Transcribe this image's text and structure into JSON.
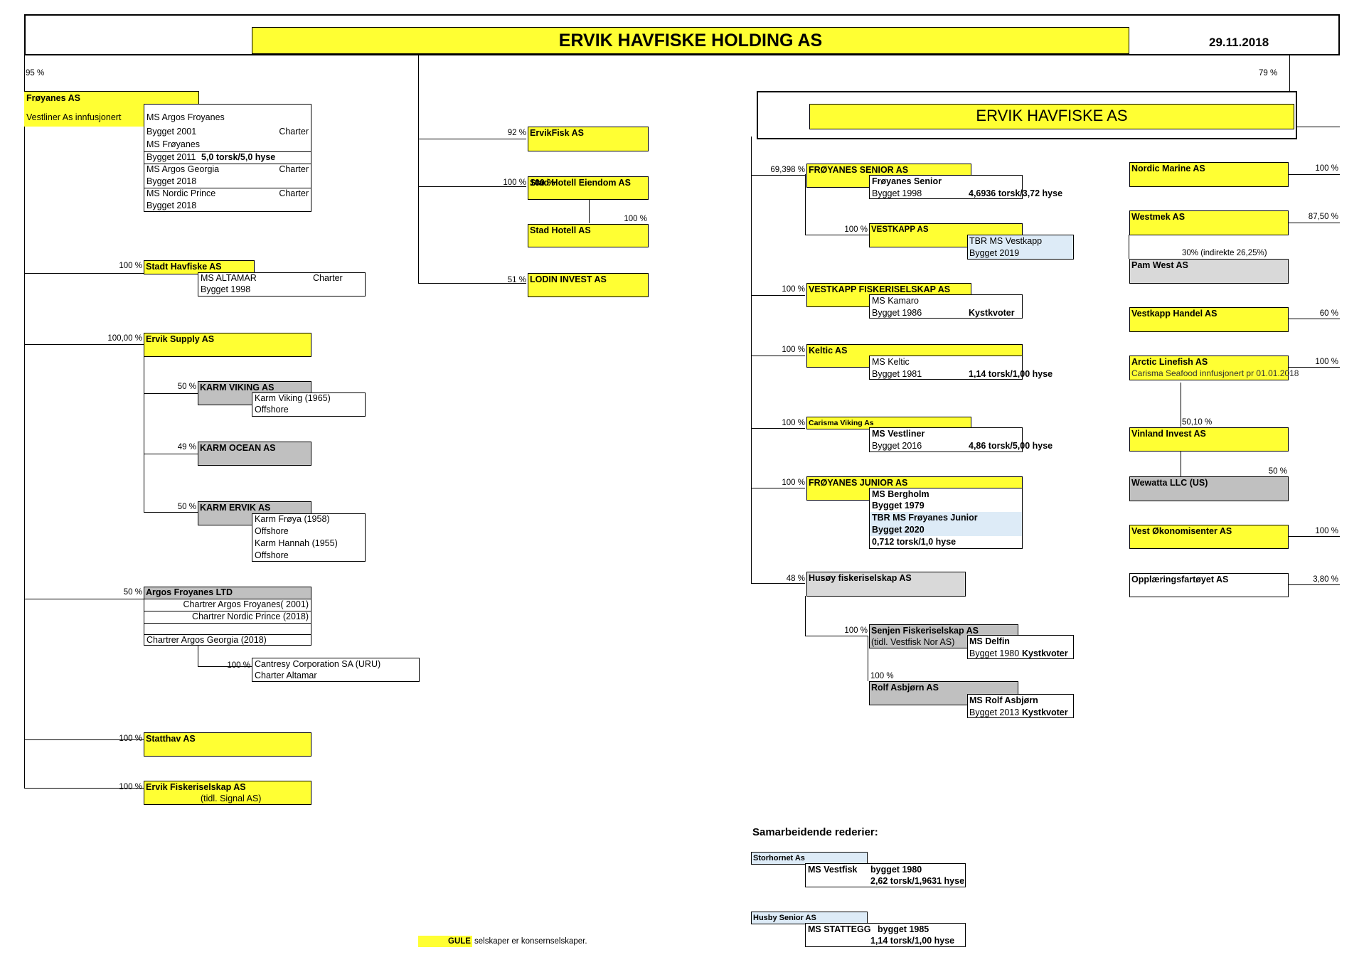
{
  "header": {
    "title": "ERVIK HAVFISKE HOLDING AS",
    "date": "29.11.2018",
    "pct_left": "95 %",
    "pct_right": "79 %"
  },
  "left": {
    "froyanes": {
      "name": "Frøyanes AS",
      "note": "Vestliner As innfusjonert",
      "vessels": [
        {
          "name": "MS Argos Froyanes",
          "built": "Bygget 2001",
          "info": "Charter"
        },
        {
          "name": "MS Frøyanes",
          "built": "Bygget 2011",
          "quota": "5,0 torsk/5,0 hyse"
        },
        {
          "name": "MS Argos Georgia",
          "built": "Bygget 2018",
          "info": "Charter"
        },
        {
          "name": "MS Nordic Prince",
          "built": "Bygget 2018",
          "info": "Charter"
        }
      ]
    },
    "stadt": {
      "pct": "100 %",
      "name": "Stadt Havfiske AS",
      "vessel": "MS ALTAMAR",
      "info": "Charter",
      "built": "Bygget 1998"
    },
    "supply": {
      "pct": "100,00 %",
      "name": "Ervik Supply AS"
    },
    "karm_viking": {
      "pct": "50 %",
      "name": "KARM VIKING AS",
      "line1": "Karm Viking (1965)",
      "line2": "Offshore"
    },
    "karm_ocean": {
      "pct": "49 %",
      "name": "KARM OCEAN AS"
    },
    "karm_ervik": {
      "pct": "50 %",
      "name": "KARM ERVIK  AS",
      "lines": [
        "Karm Frøya (1958)",
        "Offshore",
        "Karm Hannah (1955)",
        "Offshore"
      ]
    },
    "argos_ltd": {
      "pct": "50 %",
      "name": "Argos Froyanes LTD",
      "lines": [
        "Chartrer Argos Froyanes( 2001)",
        "Chartrer Nordic Prince (2018)",
        "",
        "Chartrer Argos  Georgia (2018)"
      ]
    },
    "cantresy": {
      "pct": "100 %",
      "line1": "Cantresy Corporation SA (URU)",
      "line2": "Charter Altamar"
    },
    "statthav": {
      "pct": "100 %",
      "name": "Statthav AS"
    },
    "ervik_fisk": {
      "pct": "100 %",
      "name": "Ervik Fiskeriselskap AS",
      "note": "(tidl. Signal AS)"
    }
  },
  "middle": {
    "ervikfisk": {
      "pct": "92 %",
      "name": "ErvikFisk AS"
    },
    "stad_eiendom": {
      "pct": "100 %",
      "name": "Stad Hotell Eiendom AS"
    },
    "stad_hotell": {
      "pct": "100 %",
      "name": "Stad Hotell  AS"
    },
    "lodin": {
      "pct": "51 %",
      "name": "LODIN INVEST AS"
    }
  },
  "right": {
    "title": "ERVIK HAVFISKE AS",
    "froyanes_senior": {
      "pct": "69,398 %",
      "name": "FRØYANES SENIOR AS",
      "vessel": "Frøyanes Senior",
      "built": "Bygget 1998",
      "quota": "4,6936 torsk/3,72 hyse"
    },
    "vestkapp": {
      "pct": "100 %",
      "name": "VESTKAPP AS",
      "vessel": "TBR MS Vestkapp",
      "built": "Bygget 2019"
    },
    "vestkapp_fisk": {
      "pct": "100 %",
      "name": "VESTKAPP FISKERISELSKAP AS",
      "vessel": "MS Kamaro",
      "built": "Bygget 1986",
      "quota": "Kystkvoter"
    },
    "keltic": {
      "pct": "100 %",
      "name": "Keltic AS",
      "vessel": "MS Keltic",
      "built": "Bygget 1981",
      "quota": "1,14 torsk/1,00 hyse"
    },
    "carisma": {
      "pct": "100 %",
      "name": "Carisma Viking As",
      "vessel": "MS Vestliner",
      "built": "Bygget 2016",
      "quota": "4,86 torsk/5,00 hyse"
    },
    "froyanes_junior": {
      "pct": "100 %",
      "name": "FRØYANES JUNIOR AS",
      "lines": [
        "MS Bergholm",
        "Bygget  1979",
        "TBR MS Frøyanes Junior",
        "Bygget  2020",
        "0,712 torsk/1,0 hyse"
      ]
    },
    "husoy": {
      "pct": "48 %",
      "name": "Husøy fiskeriselskap AS"
    },
    "senjen": {
      "pct": "100 %",
      "name": "Senjen Fiskeriselskap AS",
      "note": "(tidl. Vestfisk Nor AS)",
      "vessel": "MS Delfin",
      "built": "Bygget 1980",
      "quota": "Kystkvoter"
    },
    "rolf": {
      "pct": "100 %",
      "name": "Rolf Asbjørn AS",
      "vessel": "MS Rolf Asbjørn",
      "built": "Bygget 2013",
      "quota": "Kystkvoter"
    },
    "nordic_marine": {
      "pct": "100 %",
      "name": "Nordic Marine AS"
    },
    "westmek": {
      "pct": "87,50 %",
      "name": "Westmek AS"
    },
    "pam_west": {
      "pct": "30% (indirekte 26,25%)",
      "name": "Pam West AS"
    },
    "vestkapp_handel": {
      "pct": "60 %",
      "name": "Vestkapp Handel  AS"
    },
    "arctic": {
      "pct": "100 %",
      "name": "Arctic Linefish AS",
      "note": "Carisma Seafood innfusjonert pr 01.01.2018"
    },
    "vinland": {
      "pct": "50,10 %",
      "name": "Vinland Invest AS"
    },
    "wewatta": {
      "pct": "50 %",
      "name": "Wewatta LLC (US)"
    },
    "vest_okonomi": {
      "pct": "100 %",
      "name": "Vest Økonomisenter AS"
    },
    "opplaering": {
      "pct": "3,80 %",
      "name": "Opplæringsfartøyet AS"
    }
  },
  "cooperating": {
    "title": "Samarbeidende rederier:",
    "storhornet": {
      "name": "Storhornet As",
      "vessel": "MS Vestfisk",
      "built": "bygget 1980",
      "quota": "2,62 torsk/1,9631 hyse"
    },
    "husby": {
      "name": "Husby Senior AS",
      "vessel": "MS STATTEGG",
      "built": "bygget 1985",
      "quota": "1,14 torsk/1,00 hyse"
    }
  },
  "legend": {
    "label": "GULE",
    "text": "selskaper er konsernselskaper."
  },
  "colors": {
    "group_company": "#ffff33",
    "external": "#c0c0c0",
    "planned": "#ddebf7"
  }
}
